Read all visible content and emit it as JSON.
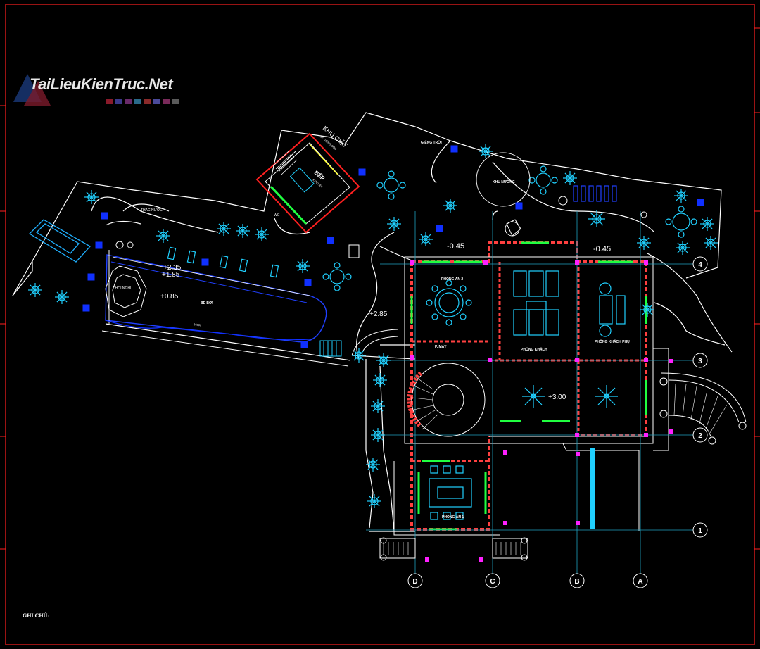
{
  "watermark": {
    "text": "TaiLieuKienTruc.Net",
    "bar_colors": [
      "#8a1a2a",
      "#3a3a8a",
      "#6a2a6a",
      "#2a6a8a",
      "#8a2a2a",
      "#4a4a9a",
      "#7a2a5a",
      "#5a5a5a"
    ]
  },
  "labels": {
    "khu_giat": "KHU GIẶT",
    "khu_giat_sub": "W. GIẶNG SÓC",
    "bep": "BẾP",
    "bep_sub": "KITCHEN",
    "gieng_troi": "GIẾNG TRỜI",
    "khu_nuong": "KHU NƯỚNG",
    "thac_nuoc": "THÁC NƯỚC",
    "wc": "WC",
    "ho_boi": "BỂ BƠI",
    "chong_lau": "CHÒI NGHỈ",
    "lvl_235": "+2.35",
    "lvl_185": "+1.85",
    "lvl_085": "+0.85",
    "lvl_285": "+2.85",
    "lvl_m045_a": "-0.45",
    "lvl_m045_b": "-0.45",
    "lvl_300": "+3.00",
    "pool_dim": "16000",
    "phong_an_2": "PHÒNG ĂN 2",
    "phong_khach": "PHÒNG KHÁCH",
    "phong_khach_phu": "PHÒNG KHÁCH PHỤ",
    "phong_an_1": "PHÒNG ĂN 1",
    "p_may": "P. MÁY",
    "ghi_chu": "GHI CHÚ:"
  },
  "grid_axes": {
    "cols": [
      "D",
      "C",
      "B",
      "A"
    ],
    "rows": [
      "4",
      "3",
      "2",
      "1"
    ]
  },
  "colors": {
    "background": "#000000",
    "border": "#ff2020",
    "lines": "#ffffff",
    "cyan": "#20d0ff",
    "blue": "#1030ff",
    "red": "#ff3030",
    "magenta": "#ff20ff",
    "green": "#20ff40",
    "yellow": "#ffff30"
  }
}
